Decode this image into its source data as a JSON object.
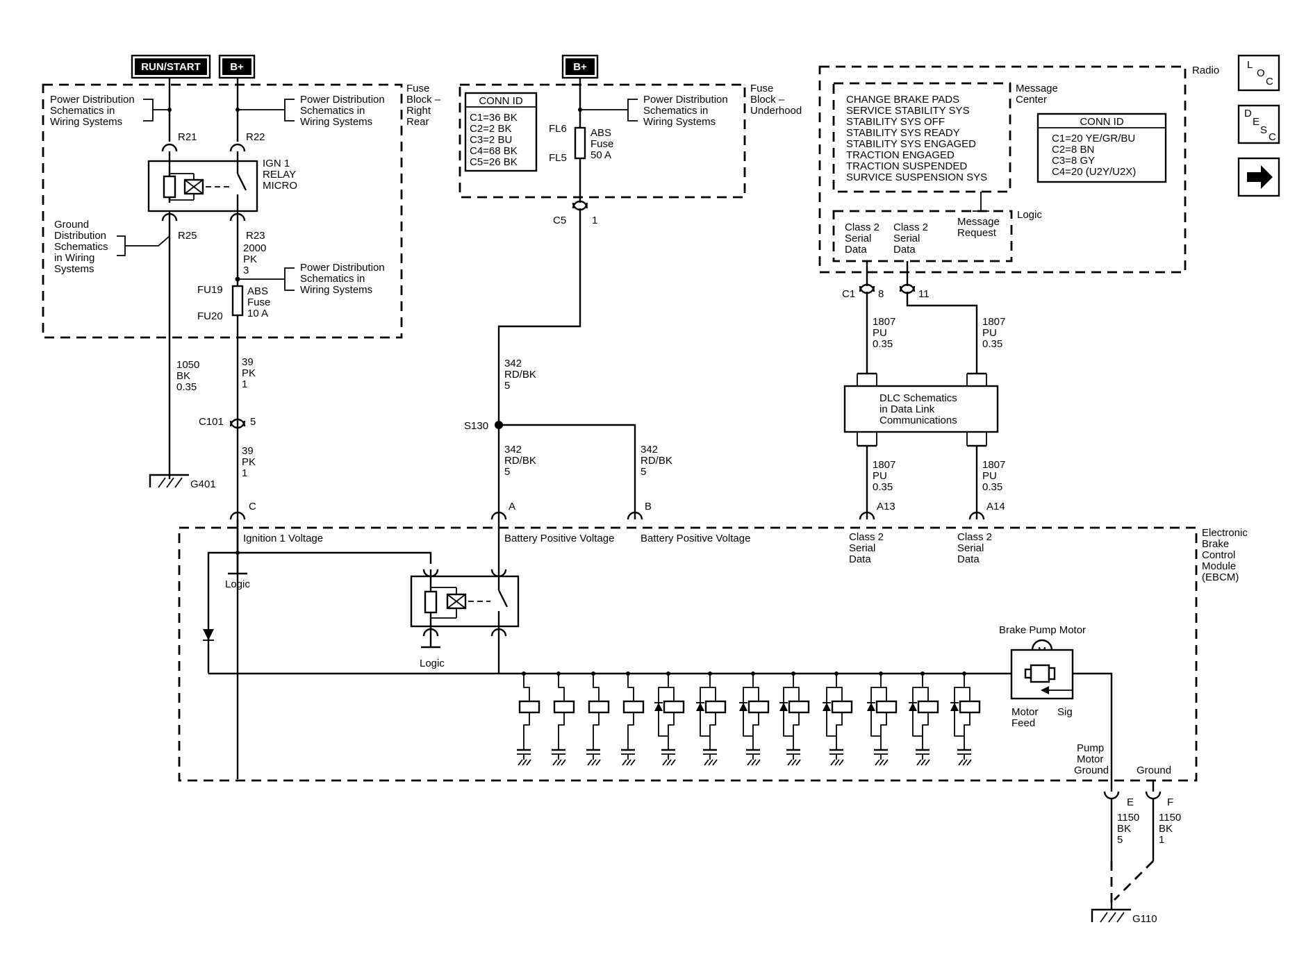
{
  "header": {
    "run_start": "RUN/START",
    "b_plus_left": "B+",
    "b_plus_center": "B+"
  },
  "nav": {
    "loc": [
      "L",
      "O",
      "C"
    ],
    "desc": [
      "D",
      "E",
      "S",
      "C"
    ]
  },
  "fuse_block_rear": {
    "title": [
      "Fuse",
      "Block –",
      "Right",
      "Rear"
    ],
    "pd_left": [
      "Power Distribution",
      "Schematics in",
      "Wiring Systems"
    ],
    "pd_right": [
      "Power Distribution",
      "Schematics in",
      "Wiring Systems"
    ],
    "pd_lower": [
      "Power Distribution",
      "Schematics in",
      "Wiring Systems"
    ],
    "ground_dist": [
      "Ground",
      "Distribution",
      "Schematics",
      "in Wiring",
      "Systems"
    ],
    "relay": [
      "IGN 1",
      "RELAY",
      "MICRO"
    ],
    "r21": "R21",
    "r22": "R22",
    "r25": "R25",
    "r23": "R23",
    "wire_r23": [
      "2000",
      "PK",
      "3"
    ],
    "fu19": "FU19",
    "fu20": "FU20",
    "abs_fuse": [
      "ABS",
      "Fuse",
      "10 A"
    ]
  },
  "left_wires": {
    "w1050": [
      "1050",
      "BK",
      "0.35"
    ],
    "w39_top": [
      "39",
      "PK",
      "1"
    ],
    "c101": "C101",
    "c101_pin": "5",
    "w39_bot": [
      "39",
      "PK",
      "1"
    ],
    "g401": "G401",
    "pin_c": "C"
  },
  "fuse_block_underhood": {
    "title": [
      "Fuse",
      "Block –",
      "Underhood"
    ],
    "conn_id_title": "CONN ID",
    "conn_ids": [
      "C1=36 BK",
      "C2=2 BK",
      "C3=2 BU",
      "C4=68 BK",
      "C5=26 BK"
    ],
    "pd": [
      "Power Distribution",
      "Schematics in",
      "Wiring Systems"
    ],
    "fl6": "FL6",
    "fl5": "FL5",
    "abs_fuse": [
      "ABS",
      "Fuse",
      "50 A"
    ],
    "c5": "C5",
    "c5_pin": "1"
  },
  "center_wires": {
    "w342_top": [
      "342",
      "RD/BK",
      "5"
    ],
    "s130": "S130",
    "w342_a": [
      "342",
      "RD/BK",
      "5"
    ],
    "w342_b": [
      "342",
      "RD/BK",
      "5"
    ],
    "pin_a": "A",
    "pin_b": "B"
  },
  "radio": {
    "title": "Radio",
    "message_center": [
      "Message",
      "Center"
    ],
    "messages": [
      "CHANGE BRAKE PADS",
      "SERVICE STABILITY SYS",
      "STABILITY SYS OFF",
      "STABILITY SYS READY",
      "STABILITY SYS ENGAGED",
      "TRACTION ENGAGED",
      "TRACTION SUSPENDED",
      "SURVICE SUSPENSION SYS"
    ],
    "conn_id_title": "CONN ID",
    "conn_ids": [
      "C1=20 YE/GR/BU",
      "C2=8 BN",
      "C3=8 GY",
      "C4=20 (U2Y/U2X)"
    ],
    "logic": "Logic",
    "class2_a": [
      "Class 2",
      "Serial",
      "Data"
    ],
    "class2_b": [
      "Class 2",
      "Serial",
      "Data"
    ],
    "msg_request": [
      "Message",
      "Request"
    ],
    "c1": "C1",
    "pin8": "8",
    "pin11": "11"
  },
  "dlc": {
    "w1807_tl": [
      "1807",
      "PU",
      "0.35"
    ],
    "w1807_tr": [
      "1807",
      "PU",
      "0.35"
    ],
    "box": [
      "DLC Schematics",
      "in Data Link",
      "Communications"
    ],
    "w1807_bl": [
      "1807",
      "PU",
      "0.35"
    ],
    "w1807_br": [
      "1807",
      "PU",
      "0.35"
    ],
    "a13": "A13",
    "a14": "A14"
  },
  "ebcm": {
    "title": [
      "Electronic",
      "Brake",
      "Control",
      "Module",
      "(EBCM)"
    ],
    "ign_voltage": "Ignition 1 Voltage",
    "batt_voltage_a": "Battery Positive Voltage",
    "batt_voltage_b": "Battery Positive Voltage",
    "class2_a": [
      "Class 2",
      "Serial",
      "Data"
    ],
    "class2_b": [
      "Class 2",
      "Serial",
      "Data"
    ],
    "logic_top": "Logic",
    "logic_bottom": "Logic",
    "pump_motor": "Brake Pump Motor",
    "motor_symbol": "M",
    "motor_feed": [
      "Motor",
      "Feed"
    ],
    "sig": "Sig",
    "pump_ground": [
      "Pump",
      "Motor",
      "Ground"
    ],
    "ground": "Ground",
    "pin_e": "E",
    "pin_f": "F"
  },
  "ground_wires": {
    "w1150_e": [
      "1150",
      "BK",
      "5"
    ],
    "w1150_f": [
      "1150",
      "BK",
      "1"
    ],
    "g110": "G110"
  }
}
